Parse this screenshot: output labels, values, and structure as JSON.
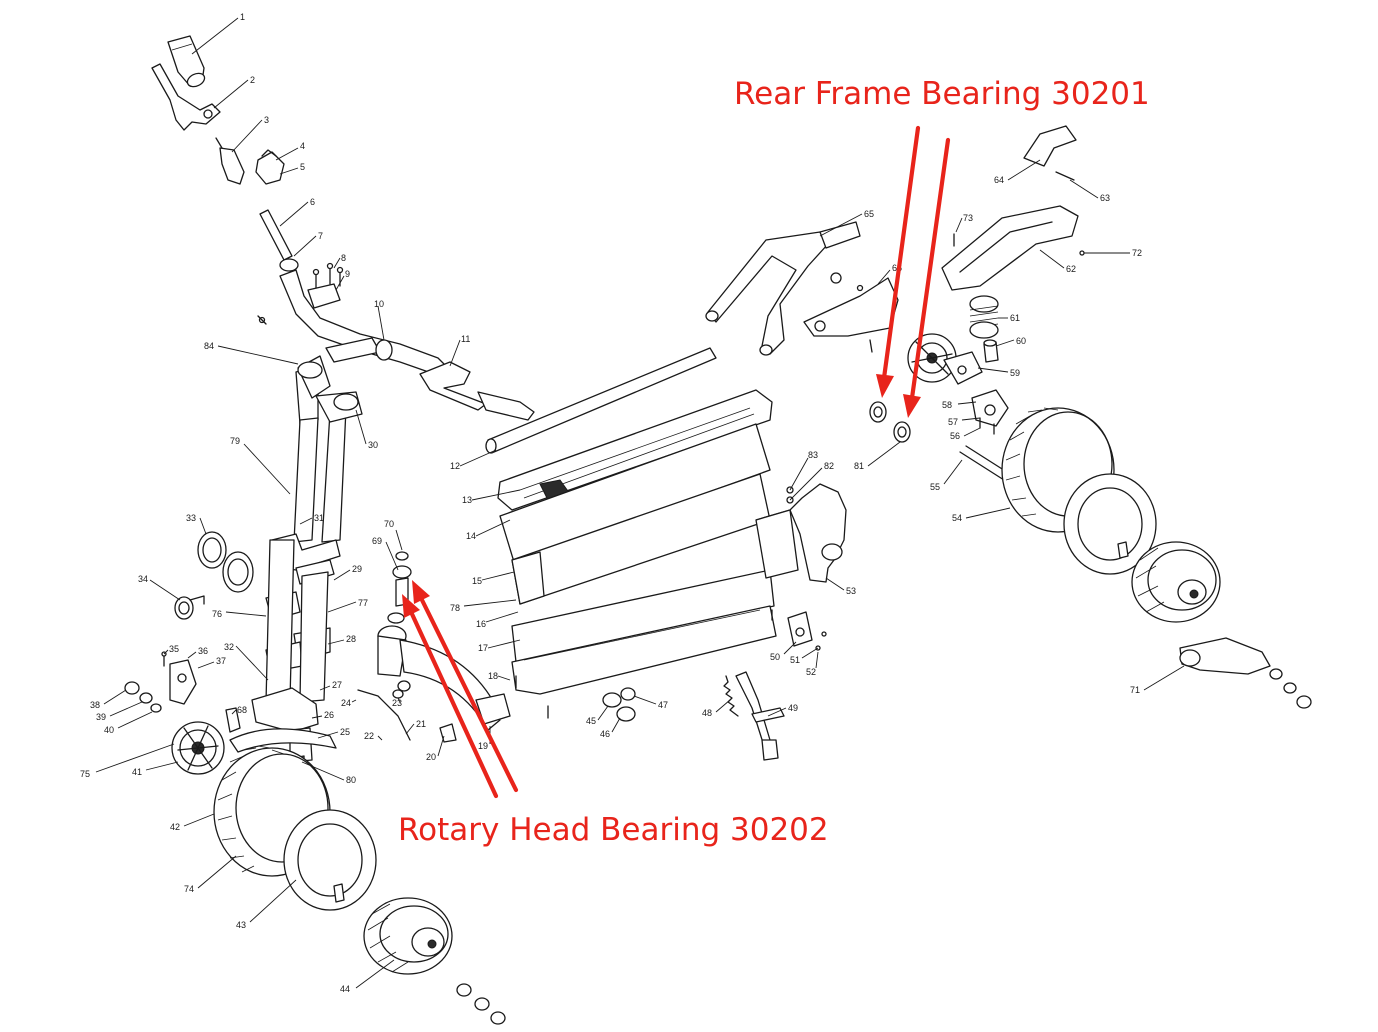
{
  "annotations": [
    {
      "id": "rear",
      "text": "Rear Frame Bearing  30201"
    },
    {
      "id": "rotary",
      "text": "Rotary Head Bearing 30202"
    }
  ],
  "part_numbers": [
    "1",
    "2",
    "3",
    "4",
    "5",
    "6",
    "7",
    "8",
    "9",
    "10",
    "11",
    "12",
    "13",
    "14",
    "15",
    "16",
    "17",
    "18",
    "19",
    "20",
    "21",
    "22",
    "23",
    "24",
    "25",
    "26",
    "27",
    "28",
    "29",
    "30",
    "31",
    "32",
    "33",
    "34",
    "35",
    "36",
    "37",
    "38",
    "39",
    "40",
    "41",
    "42",
    "43",
    "44",
    "45",
    "46",
    "47",
    "48",
    "49",
    "50",
    "51",
    "52",
    "53",
    "54",
    "55",
    "56",
    "57",
    "58",
    "59",
    "60",
    "61",
    "62",
    "63",
    "64",
    "65",
    "66",
    "68",
    "69",
    "70",
    "71",
    "72",
    "73",
    "74",
    "75",
    "76",
    "77",
    "78",
    "79",
    "80",
    "81",
    "82",
    "83",
    "84"
  ],
  "colors": {
    "annotation": "#e8241b",
    "line": "#1a1a1a",
    "background": "#ffffff"
  }
}
